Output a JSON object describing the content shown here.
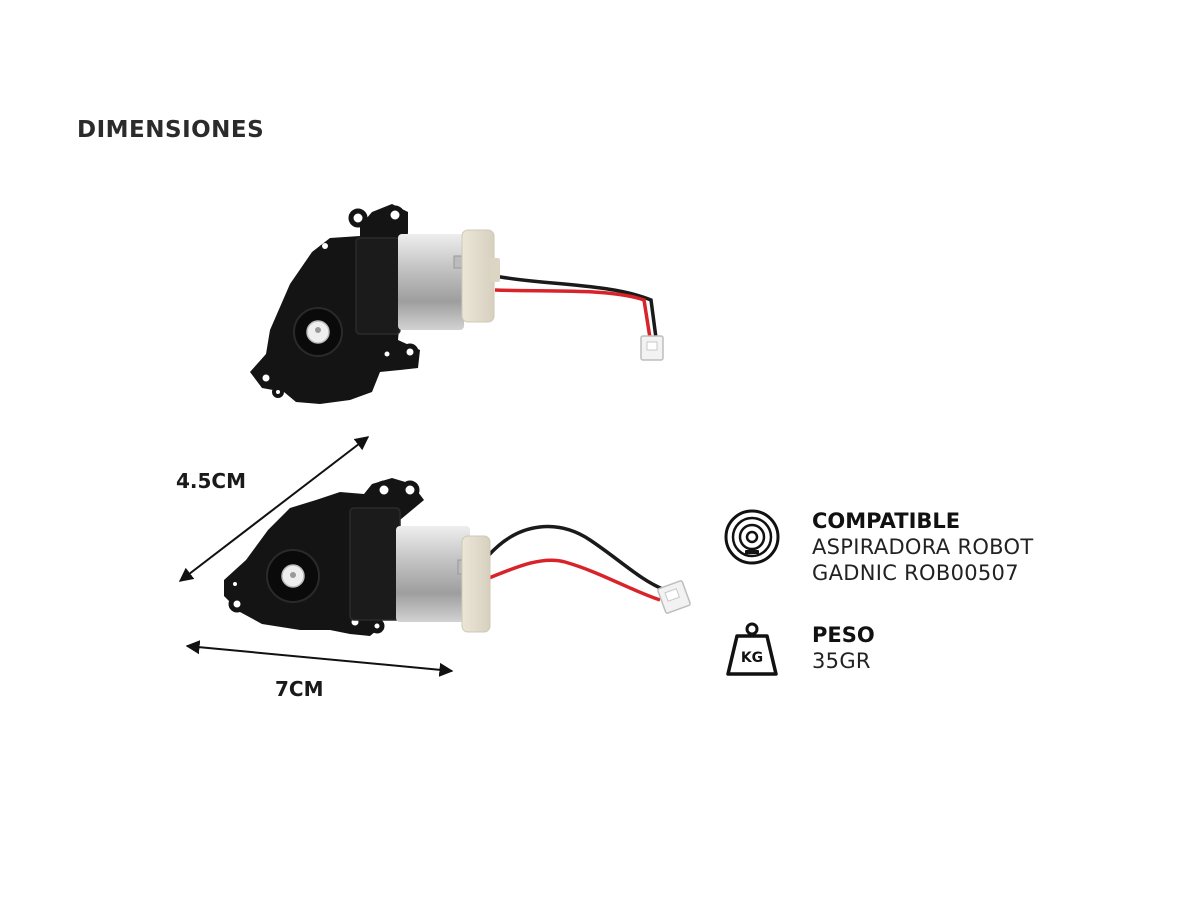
{
  "page": {
    "title": "DIMENSIONES"
  },
  "dimensions": {
    "height_label": "4.5CM",
    "width_label": "7CM"
  },
  "specs": {
    "compatible": {
      "icon": "robot-vacuum-icon",
      "heading": "COMPATIBLE",
      "lines": [
        "ASPIRADORA ROBOT",
        "GADNIC ROB00507"
      ]
    },
    "peso": {
      "icon": "weight-icon",
      "icon_text": "KG",
      "heading": "PESO",
      "value": "35GR"
    }
  },
  "colors": {
    "motor_body": "#141414",
    "can": "#c9c9c9",
    "wire_red": "#d8232a",
    "wire_black": "#1a1a1a",
    "connector": "#f2f2f2"
  }
}
